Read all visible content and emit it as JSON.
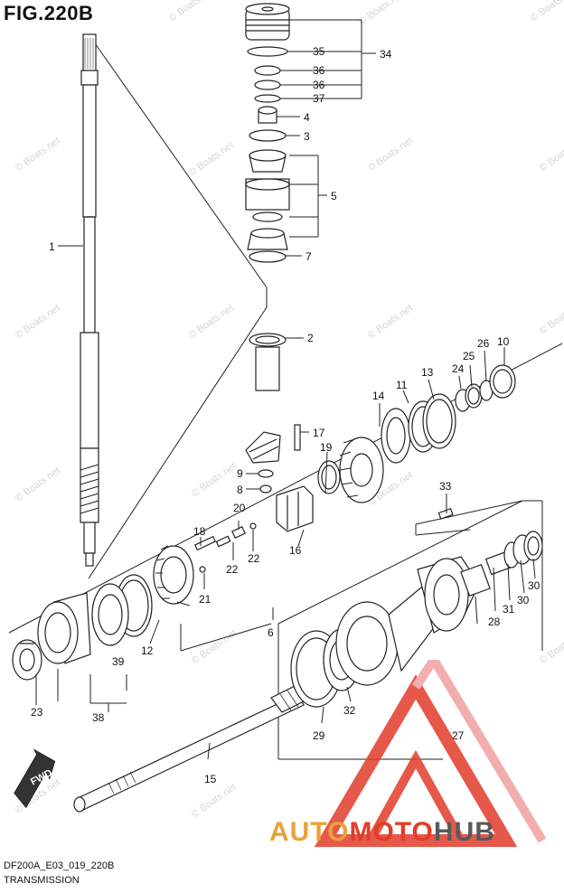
{
  "figure": {
    "title": "FIG.220B",
    "drawing_code": "DF200A_E03_019_220B",
    "section_name": "TRANSMISSION"
  },
  "callouts": [
    "1",
    "2",
    "3",
    "4",
    "5",
    "6",
    "7",
    "8",
    "9",
    "10",
    "11",
    "12",
    "13",
    "14",
    "15",
    "16",
    "17",
    "18",
    "19",
    "20",
    "21",
    "22",
    "22",
    "23",
    "24",
    "25",
    "26",
    "27",
    "28",
    "29",
    "30",
    "30",
    "31",
    "32",
    "33",
    "34",
    "35",
    "36",
    "36",
    "37",
    "38",
    "39"
  ],
  "direction_marker": "FWD",
  "watermark_text": "© Boats.net",
  "logo": {
    "word_part1": "AUTO",
    "word_part2": "MOTO",
    "word_part3": "HUB",
    "color_orange": "#e8a23a",
    "color_red": "#e23c2a",
    "color_gray": "#5a5a5a"
  }
}
